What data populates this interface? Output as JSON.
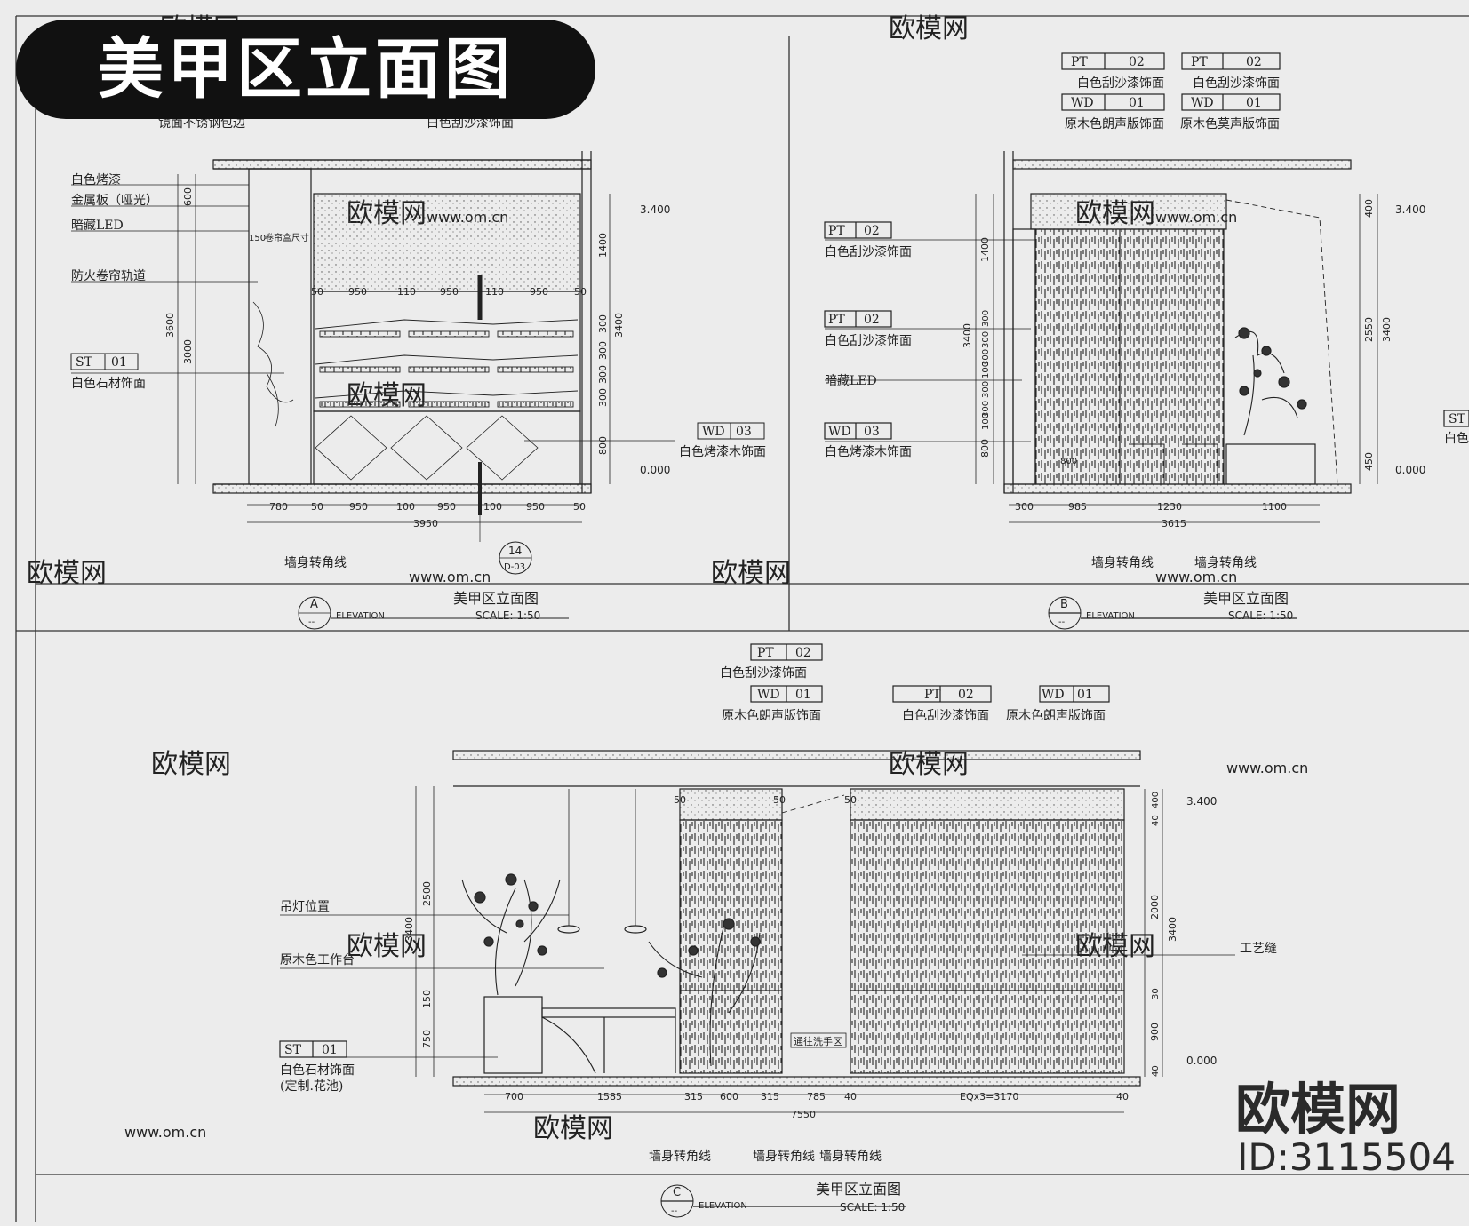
{
  "banner_title": "美甲区立面图",
  "brand": {
    "name": "欧模网",
    "id": "ID:3115504"
  },
  "watermarks": [
    "欧模网",
    "www.om.cn"
  ],
  "colors": {
    "line": "#222222",
    "paper": "#ececec",
    "banner": "#111111"
  },
  "elevations": [
    {
      "marker": "A",
      "marker_sub": "--",
      "title": "美甲区立面图",
      "type": "ELEVATION",
      "scale": "SCALE: 1:50",
      "left_labels": [
        "镜面不锈钢包边",
        "白色烤漆",
        "金属板（哑光）",
        "暗藏LED",
        "防火卷帘轨道",
        "白色石材饰面"
      ],
      "top_labels": [
        "白色刮沙漆饰面"
      ],
      "tags": [
        {
          "code": "ST",
          "num": "01"
        },
        {
          "code": "WD",
          "num": "03"
        }
      ],
      "right_labels": [
        "白色烤漆木饰面"
      ],
      "levels": [
        "3.400",
        "0.000"
      ],
      "dims_bottom": [
        "780",
        "50",
        "950",
        "100",
        "950",
        "100",
        "950",
        "50"
      ],
      "total": "3950",
      "dims_top": [
        "50",
        "950",
        "110",
        "950",
        "110",
        "950",
        "50"
      ],
      "dims_vert_left": [
        "600",
        "3000",
        "3600"
      ],
      "dims_vert_right": [
        "1400",
        "300",
        "300",
        "300",
        "300",
        "800",
        "3400"
      ],
      "dim_note": "150",
      "dim_note2": "卷帘盒尺寸",
      "bottom_label": "墙身转角线",
      "detail_ref": {
        "num": "14",
        "sheet": "D-03"
      }
    },
    {
      "marker": "B",
      "marker_sub": "--",
      "title": "美甲区立面图",
      "type": "ELEVATION",
      "scale": "SCALE: 1:50",
      "top_tags": [
        {
          "code": "PT",
          "num": "02",
          "text": "白色刮沙漆饰面"
        },
        {
          "code": "WD",
          "num": "01",
          "text": "原木色朗声版饰面"
        },
        {
          "code": "PT",
          "num": "02",
          "text": "白色刮沙漆饰面"
        },
        {
          "code": "WD",
          "num": "01",
          "text": "原木色莫声版饰面"
        }
      ],
      "left_tags": [
        {
          "code": "PT",
          "num": "02",
          "text": "白色刮沙漆饰面"
        },
        {
          "code": "PT",
          "num": "02",
          "text": "白色刮沙漆饰面"
        },
        {
          "code": "",
          "num": "",
          "text": "暗藏LED"
        },
        {
          "code": "WD",
          "num": "03",
          "text": "白色烤漆木饰面"
        }
      ],
      "right_tag": {
        "code": "ST",
        "num": "",
        "text": "白色"
      },
      "levels": [
        "3.400",
        "0.000"
      ],
      "dims_bottom": [
        "300",
        "985",
        "1230",
        "1100"
      ],
      "total": "3615",
      "dims_vert_left": [
        "1400",
        "300",
        "300",
        "300",
        "100",
        "300",
        "300",
        "100",
        "800",
        "3400"
      ],
      "dims_vert_right": [
        "400",
        "2550",
        "450",
        "3400"
      ],
      "dim_note": "800",
      "bottom_labels": [
        "墙身转角线",
        "墙身转角线"
      ]
    },
    {
      "marker": "C",
      "marker_sub": "--",
      "title": "美甲区立面图",
      "type": "ELEVATION",
      "scale": "SCALE: 1:50",
      "top_tags": [
        {
          "code": "PT",
          "num": "02",
          "text": "白色刮沙漆饰面"
        },
        {
          "code": "WD",
          "num": "01",
          "text": "原木色朗声版饰面"
        },
        {
          "code": "PT",
          "num": "02",
          "text": "白色刮沙漆饰面"
        },
        {
          "code": "WD",
          "num": "01",
          "text": "原木色朗声版饰面"
        }
      ],
      "left_labels": [
        "吊灯位置",
        "原木色工作台",
        "白色石材饰面",
        "(定制.花池)"
      ],
      "left_tag": {
        "code": "ST",
        "num": "01"
      },
      "right_label": "工艺缝",
      "center_label": "通往洗手区",
      "levels": [
        "3.400",
        "0.000"
      ],
      "dims_bottom": [
        "700",
        "1585",
        "315",
        "600",
        "315",
        "785",
        "40",
        "EQx3=3170",
        "40"
      ],
      "total": "7550",
      "dims_top": [
        "50",
        "50",
        "50"
      ],
      "dims_vert_left": [
        "2500",
        "150",
        "750",
        "3400"
      ],
      "dims_vert_right": [
        "40",
        "400",
        "2000",
        "30",
        "900",
        "40",
        "3400"
      ],
      "bottom_labels": [
        "墙身转角线",
        "墙身转角线",
        "墙身转角线"
      ]
    }
  ]
}
